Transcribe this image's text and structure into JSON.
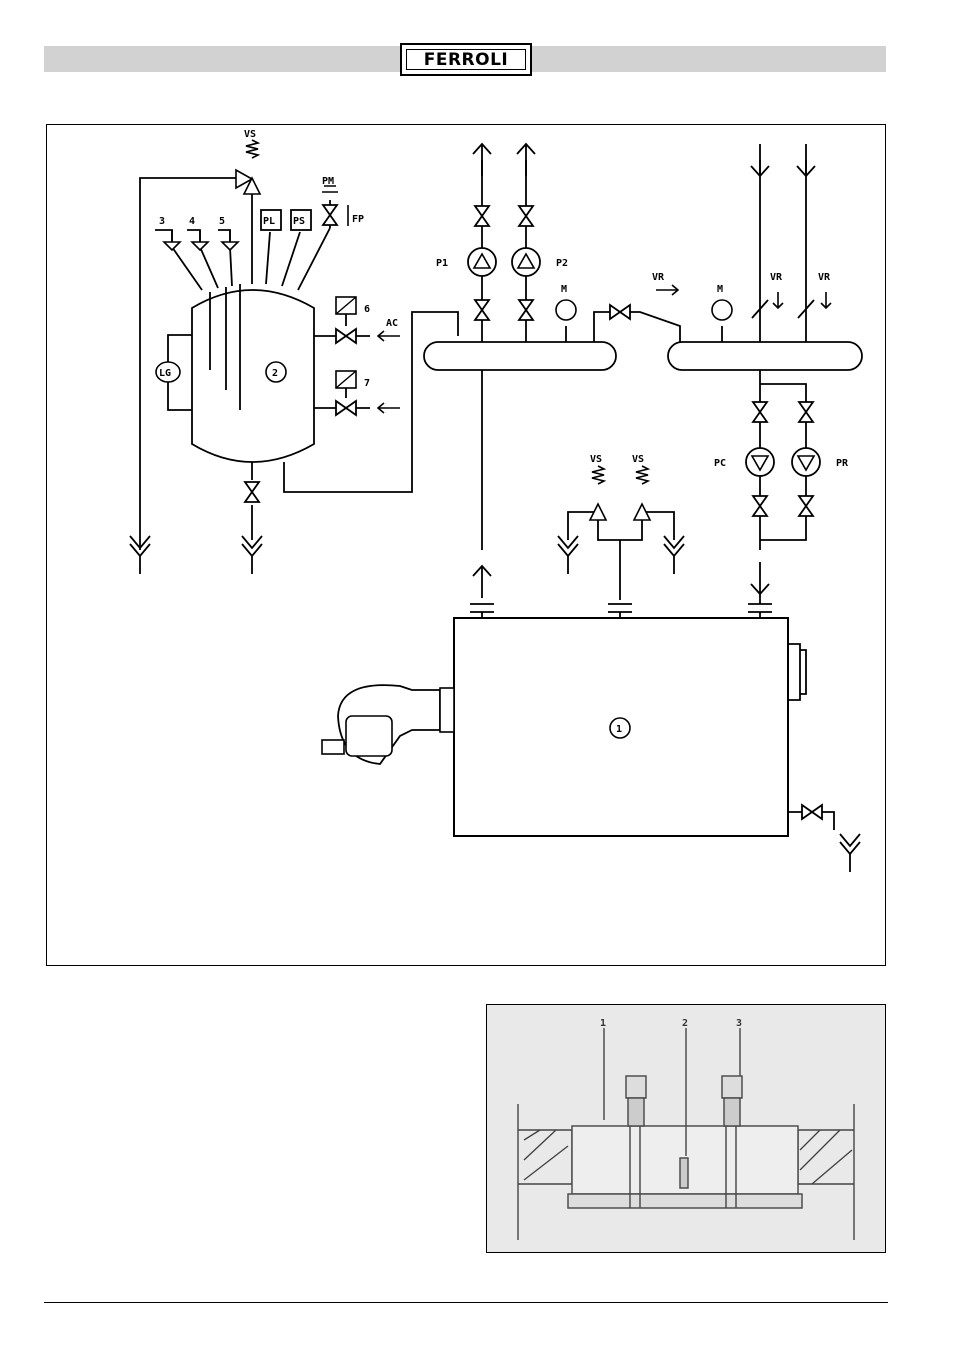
{
  "header": {
    "logo_text": "FERROLI"
  },
  "diagram": {
    "labels": {
      "vs_top": "VS",
      "pm": "PM",
      "fp": "FP",
      "n3": "3",
      "n4": "4",
      "n5": "5",
      "pl": "PL",
      "ps": "PS",
      "n6": "6",
      "n7": "7",
      "ac": "AC",
      "lg": "LG",
      "tank": "2",
      "p1": "P1",
      "p2": "P2",
      "m1": "M",
      "m2": "M",
      "vr1": "VR",
      "vr2": "VR",
      "vr3": "VR",
      "pc": "PC",
      "pr": "PR",
      "vs1": "VS",
      "vs2": "VS",
      "boiler": "1"
    }
  },
  "detail": {
    "labels": {
      "c1": "1",
      "c2": "2",
      "c3": "3"
    }
  }
}
